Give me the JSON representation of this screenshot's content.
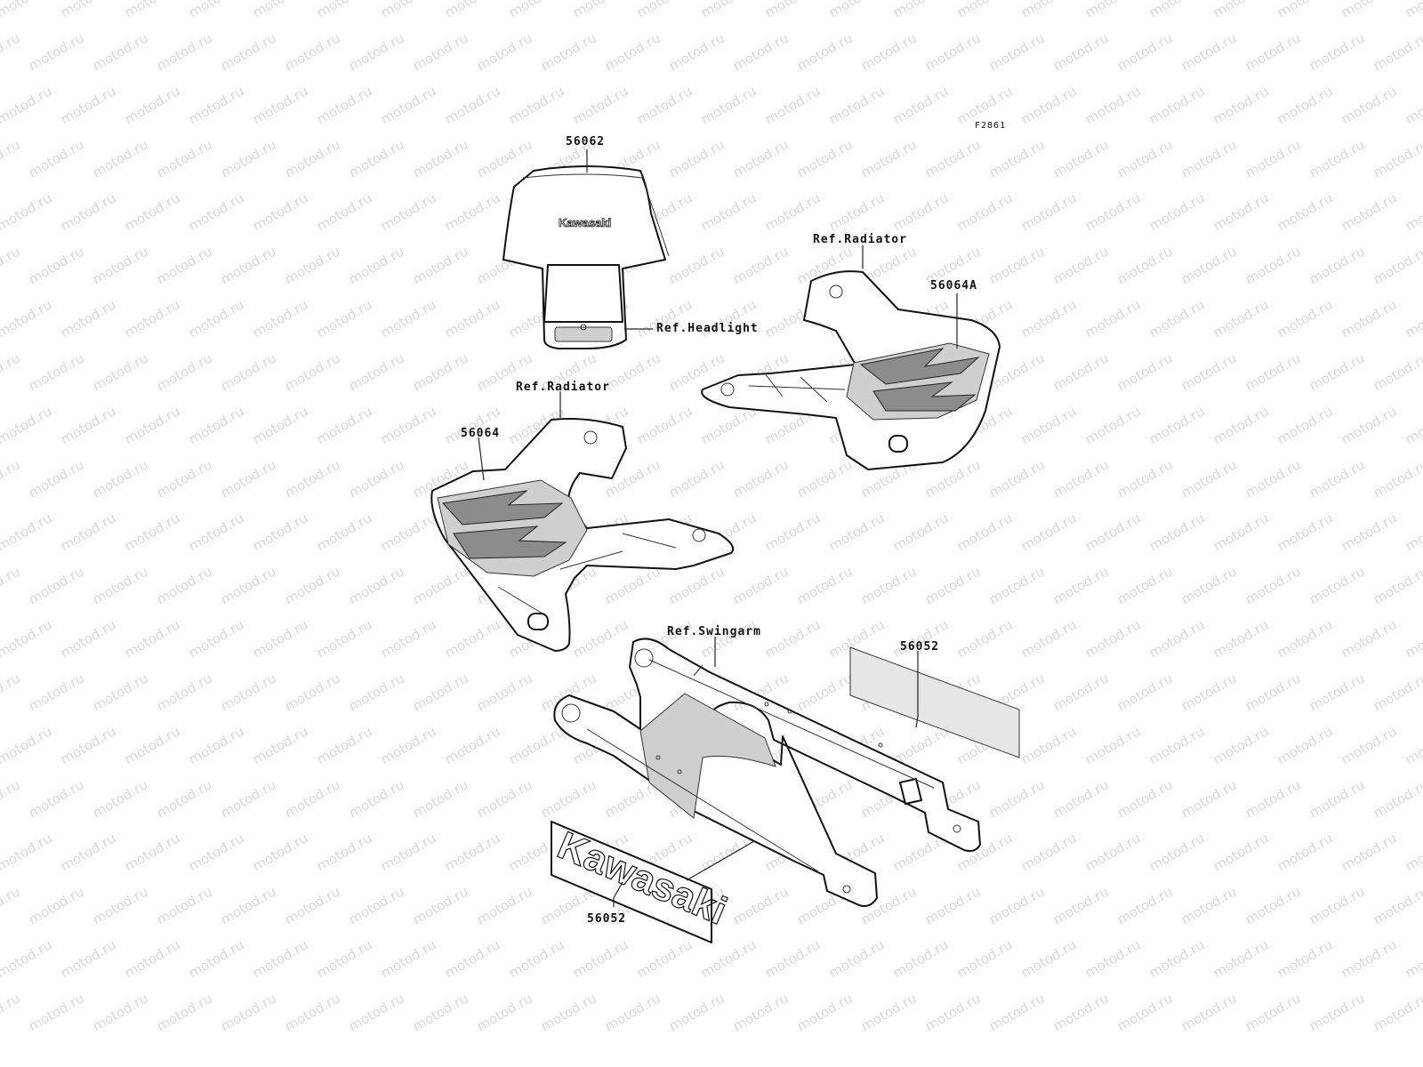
{
  "diagram_id": "F2861",
  "watermark_text": "motod.ru",
  "callouts": {
    "headlight_cover": "56062",
    "ref_headlight": "Ref.Headlight",
    "ref_radiator_right": "Ref.Radiator",
    "shroud_right": "56064A",
    "ref_radiator_left": "Ref.Radiator",
    "shroud_left": "56064",
    "ref_swingarm": "Ref.Swingarm",
    "swingarm_decal_right": "56052",
    "swingarm_decal_left": "56052"
  },
  "logo_text": "Kawasaki",
  "colors": {
    "line": "#111111",
    "watermark": "#d9d9d9",
    "shade": "#cfcfcf"
  }
}
